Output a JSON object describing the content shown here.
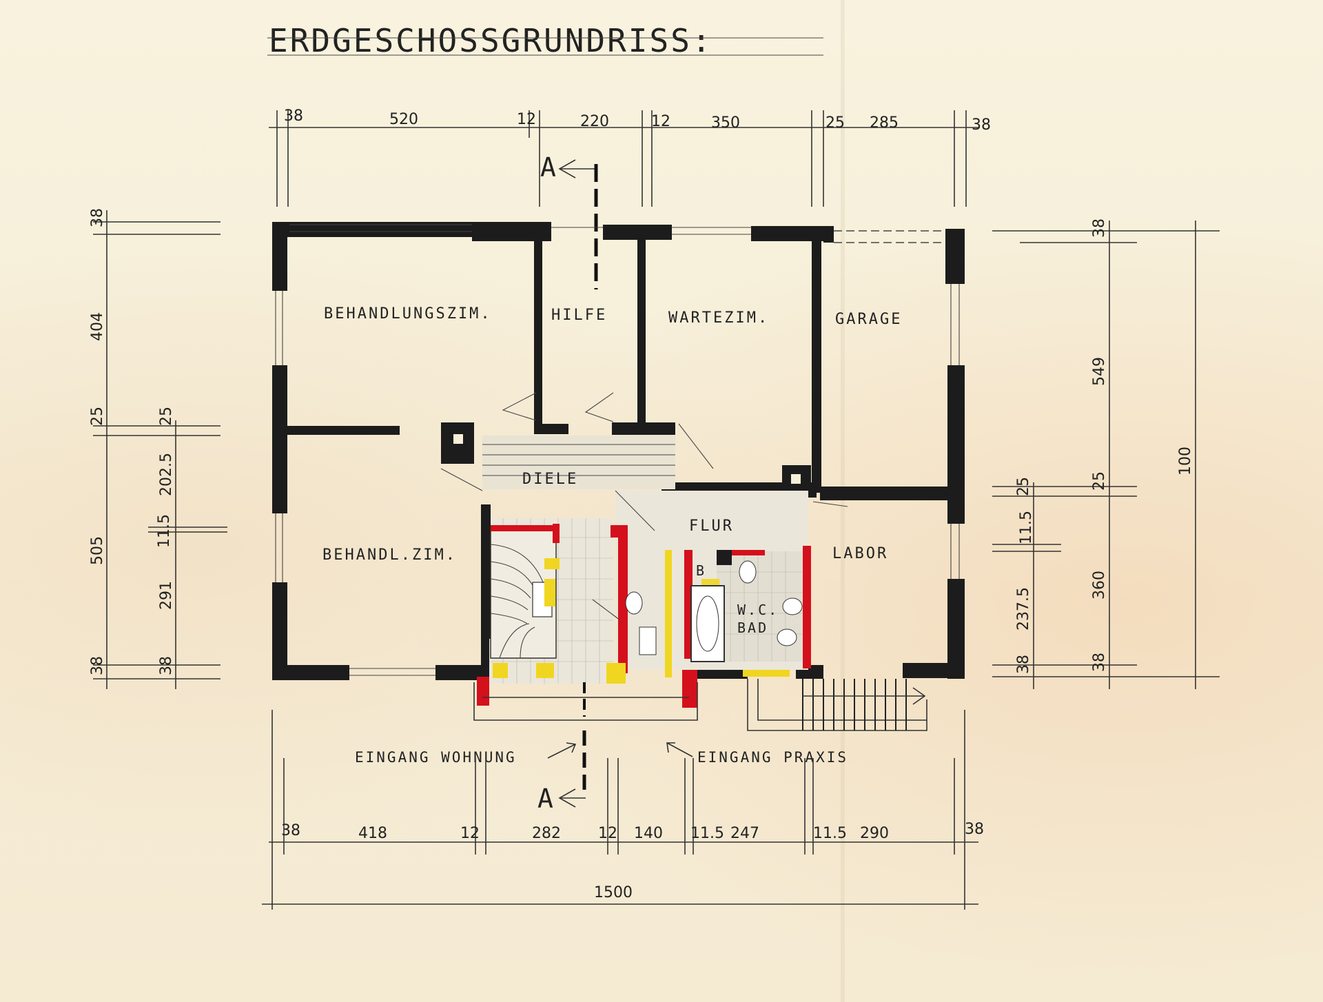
{
  "title": "ERDGESCHOSSGRUNDRISS:",
  "rooms": {
    "behandlungszim": "BEHANDLUNGSZIM.",
    "hilfe": "HILFE",
    "wartezim": "WARTEZIM.",
    "garage": "GARAGE",
    "diele": "DIELE",
    "flur": "FLUR",
    "behandl_zim": "BEHANDL.ZIM.",
    "labor": "LABOR",
    "wc": "W.C.",
    "bad": "BAD",
    "b": "B"
  },
  "entrances": {
    "wohnung": "EINGANG WOHNUNG",
    "praxis": "EINGANG PRAXIS"
  },
  "section_marks": {
    "top": "A",
    "bottom": "A"
  },
  "dims_top": [
    "38",
    "520",
    "12",
    "220",
    "12",
    "350",
    "25",
    "285",
    "38"
  ],
  "dims_bottom": [
    "38",
    "418",
    "12",
    "282",
    "12",
    "140",
    "11.5",
    "247",
    "11.5",
    "290",
    "38"
  ],
  "dim_overall_width": "1500",
  "dims_left_outer": [
    "38",
    "404",
    "25",
    "505",
    "38"
  ],
  "dims_left_inner": [
    "25",
    "202.5",
    "11.5",
    "291",
    "38"
  ],
  "dims_right_inner": [
    "25",
    "11.5",
    "237.5",
    "38"
  ],
  "dims_right_mid": [
    "38",
    "549",
    "25",
    "360",
    "38"
  ],
  "dim_overall_depth": "100",
  "colors": {
    "wall": "#1c1c1c",
    "red": "#d4101c",
    "yellow": "#f0d620",
    "paper": "#f7efd9"
  }
}
